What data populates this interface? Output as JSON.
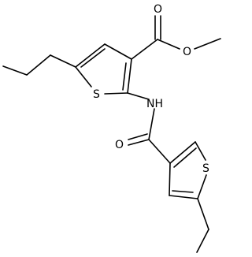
{
  "molecule": {
    "atoms": {
      "ester_carbonyl_o": "O",
      "ester_ether_o": "O",
      "amide_nh": "NH",
      "amide_o": "O",
      "thiophene_s_top": "S",
      "thiophene_s_bottom": "S"
    }
  }
}
